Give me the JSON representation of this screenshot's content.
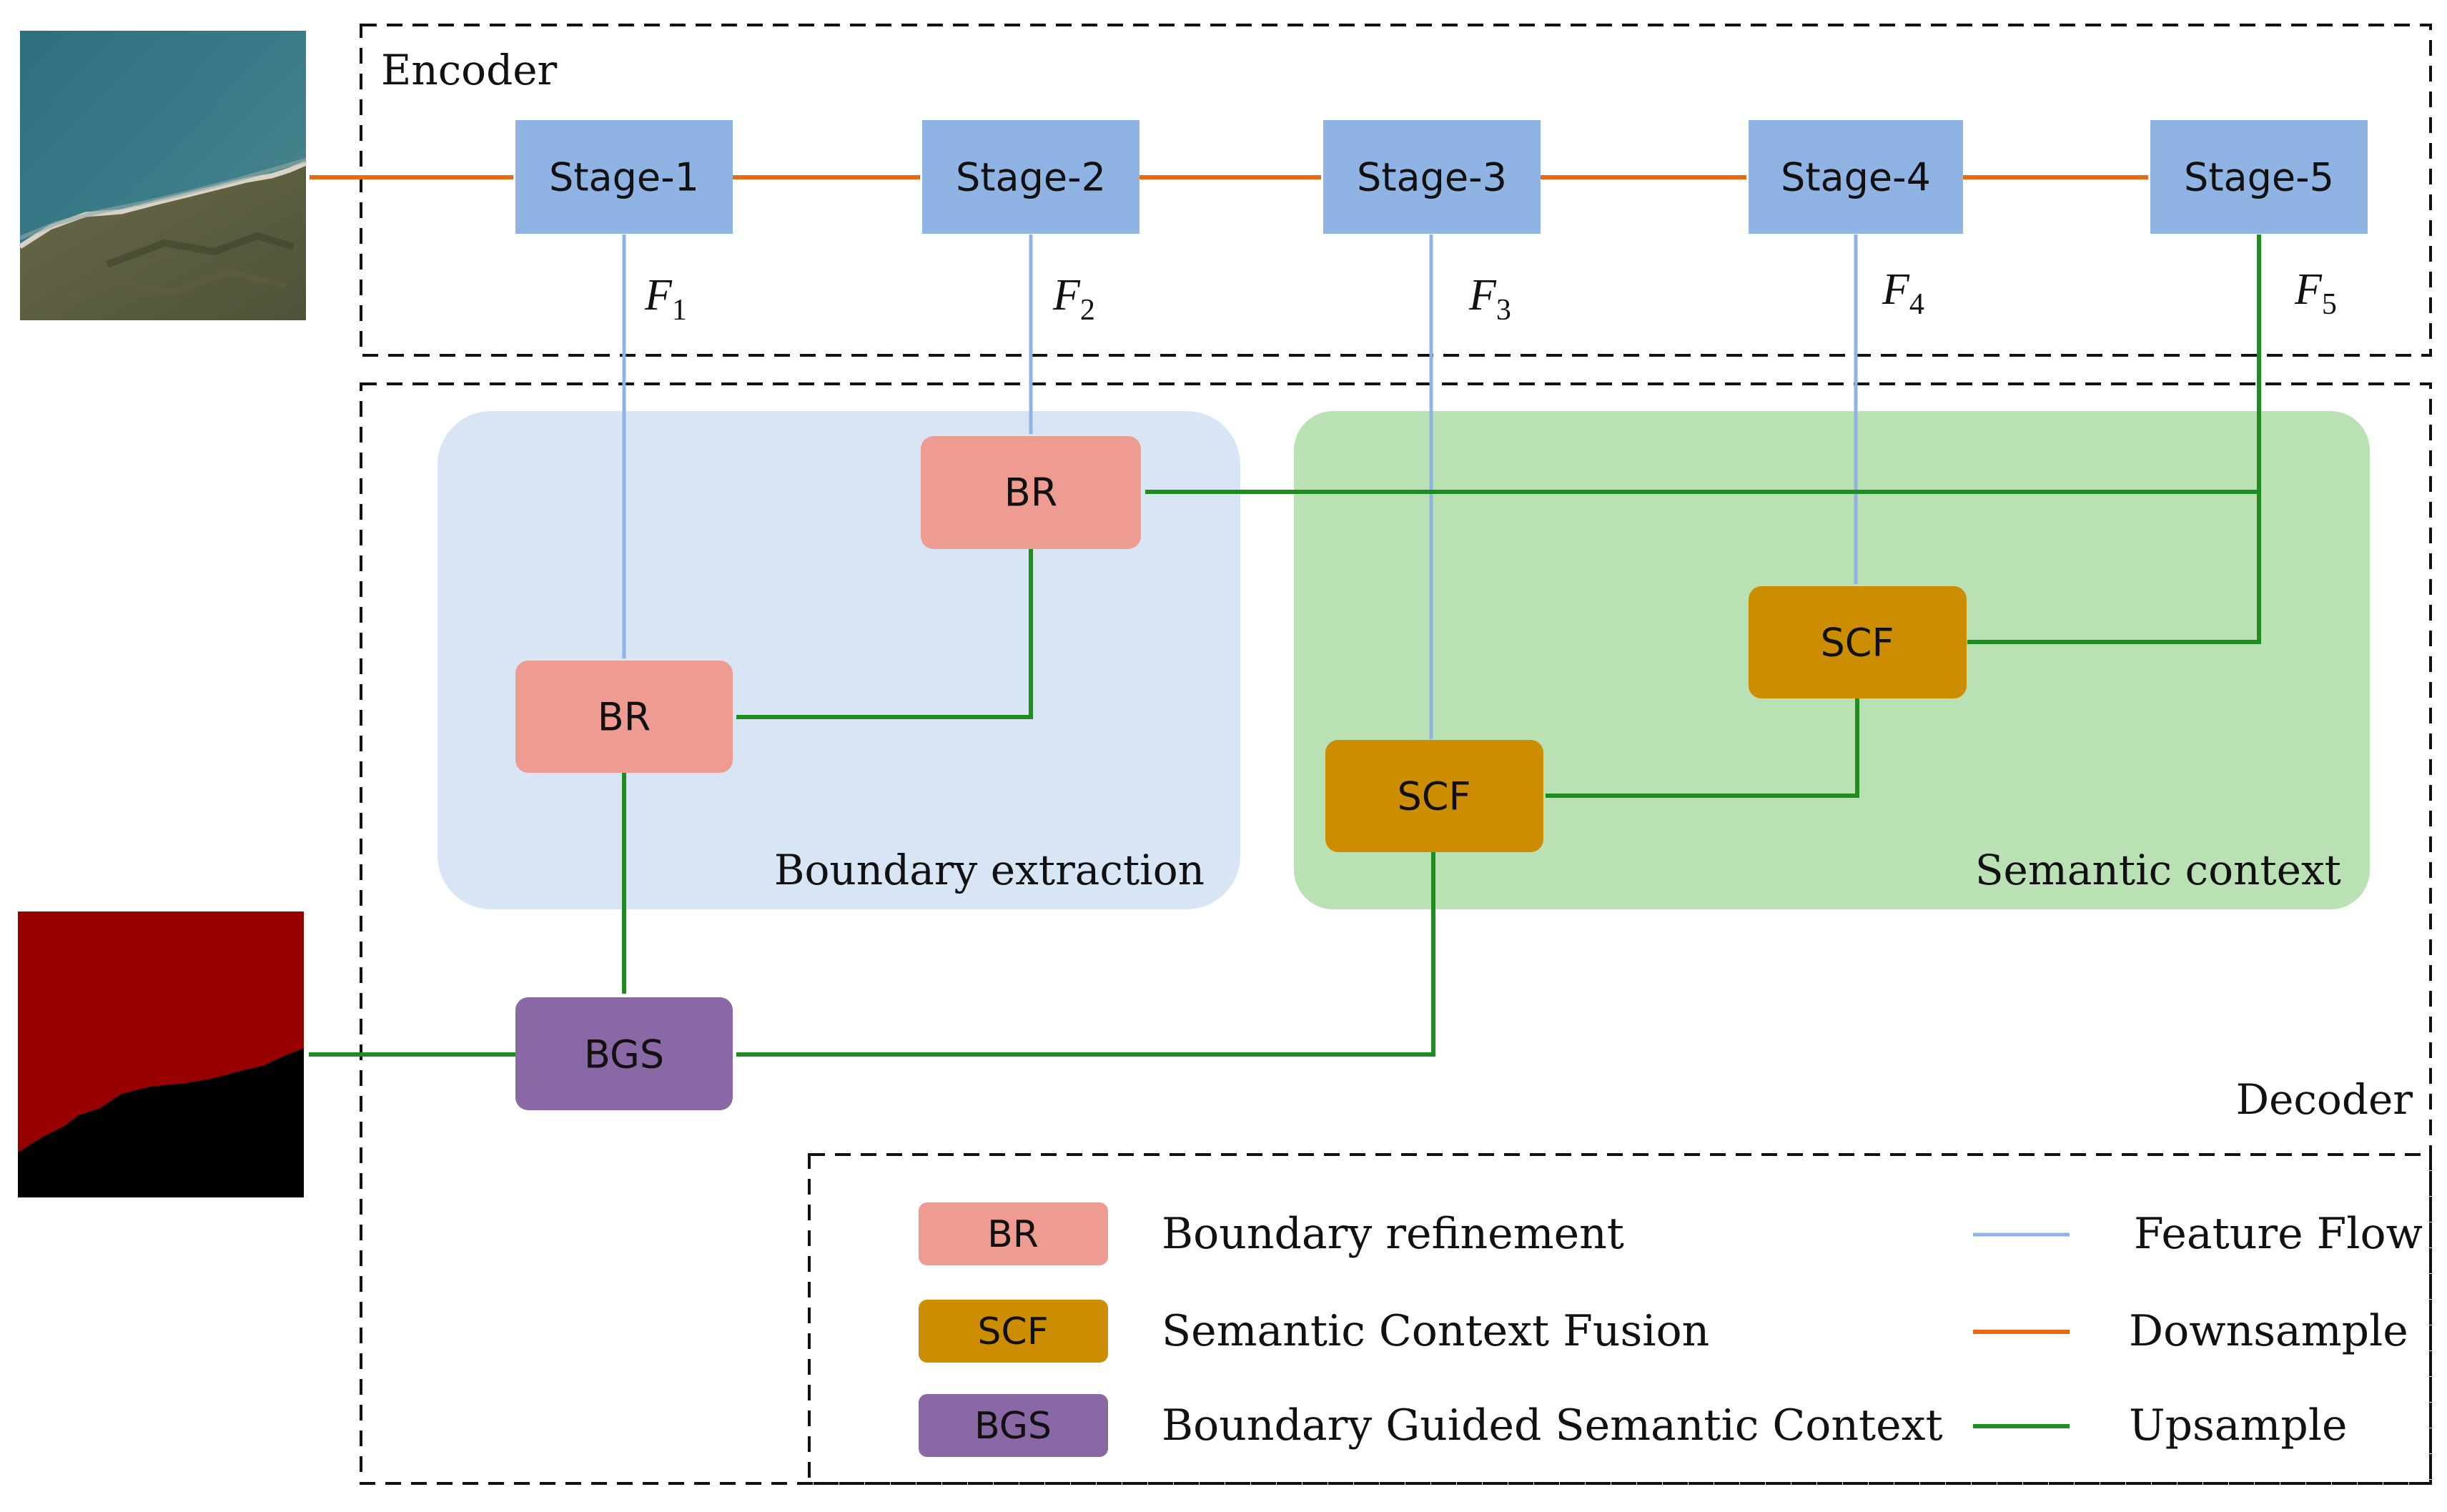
{
  "encoder": {
    "label": "Encoder",
    "stages": [
      "Stage-1",
      "Stage-2",
      "Stage-3",
      "Stage-4",
      "Stage-5"
    ],
    "features": [
      {
        "symbol": "F",
        "sub": "1"
      },
      {
        "symbol": "F",
        "sub": "2"
      },
      {
        "symbol": "F",
        "sub": "3"
      },
      {
        "symbol": "F",
        "sub": "4"
      },
      {
        "symbol": "F",
        "sub": "5"
      }
    ]
  },
  "decoder": {
    "label": "Decoder",
    "boundary_label": "Boundary extraction",
    "semantic_label": "Semantic context",
    "modules": {
      "br_top": "BR",
      "br_bottom": "BR",
      "scf_top": "SCF",
      "scf_bottom": "SCF",
      "bgs": "BGS"
    }
  },
  "legend": {
    "items": [
      {
        "abbr": "BR",
        "desc": "Boundary refinement"
      },
      {
        "abbr": "SCF",
        "desc": "Semantic Context Fusion"
      },
      {
        "abbr": "BGS",
        "desc": "Boundary Guided Semantic Context"
      }
    ],
    "flows": [
      "Feature Flow",
      "Downsample",
      "Upsample"
    ]
  },
  "colors": {
    "stage": "#8fb4e3",
    "br": "#ee9b92",
    "scf": "#cc8e00",
    "bgs": "#8a68a6",
    "boundary_bg": "#d8e5f5",
    "semantic_bg": "#b9e1b4",
    "feature_flow": "#8fb4e3",
    "downsample": "#e56a12",
    "upsample": "#1e8c1e",
    "mask_sea": "#980000",
    "mask_land": "#000000"
  }
}
